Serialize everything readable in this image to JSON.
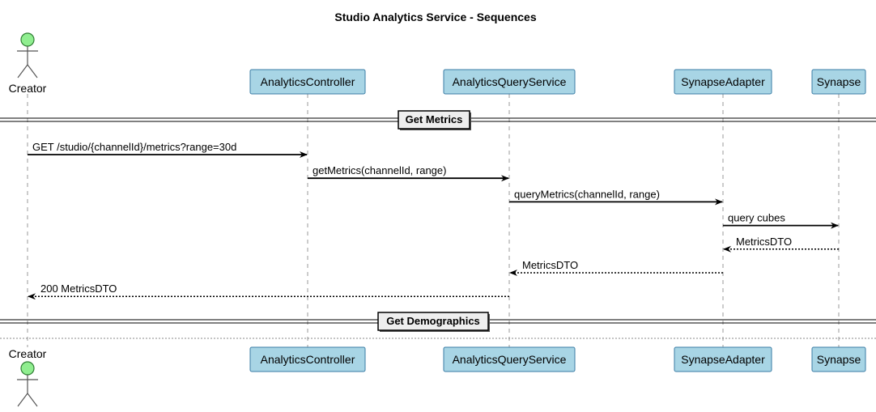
{
  "title": "Studio Analytics Service - Sequences",
  "colors": {
    "participant_fill": "#a8d5e5",
    "participant_border": "#3a7ca5",
    "actor_fill": "#90ee90",
    "actor_border": "#2e7d32",
    "section_fill": "#eeeeee"
  },
  "participants": [
    {
      "id": "creator",
      "name": "Creator",
      "kind": "actor"
    },
    {
      "id": "controller",
      "name": "AnalyticsController",
      "kind": "participant"
    },
    {
      "id": "queryservice",
      "name": "AnalyticsQueryService",
      "kind": "participant"
    },
    {
      "id": "adapter",
      "name": "SynapseAdapter",
      "kind": "participant"
    },
    {
      "id": "synapse",
      "name": "Synapse",
      "kind": "participant"
    }
  ],
  "sections": [
    {
      "label": "Get Metrics",
      "messages": [
        {
          "from": "creator",
          "to": "controller",
          "label": "GET /studio/{channelId}/metrics?range=30d",
          "type": "sync"
        },
        {
          "from": "controller",
          "to": "queryservice",
          "label": "getMetrics(channelId, range)",
          "type": "sync"
        },
        {
          "from": "queryservice",
          "to": "adapter",
          "label": "queryMetrics(channelId, range)",
          "type": "sync"
        },
        {
          "from": "adapter",
          "to": "synapse",
          "label": "query cubes",
          "type": "sync"
        },
        {
          "from": "synapse",
          "to": "adapter",
          "label": "MetricsDTO",
          "type": "return"
        },
        {
          "from": "adapter",
          "to": "queryservice",
          "label": "MetricsDTO",
          "type": "return"
        },
        {
          "from": "queryservice",
          "to": "creator",
          "label": "200 MetricsDTO",
          "type": "return"
        }
      ]
    },
    {
      "label": "Get Demographics",
      "messages": []
    }
  ]
}
